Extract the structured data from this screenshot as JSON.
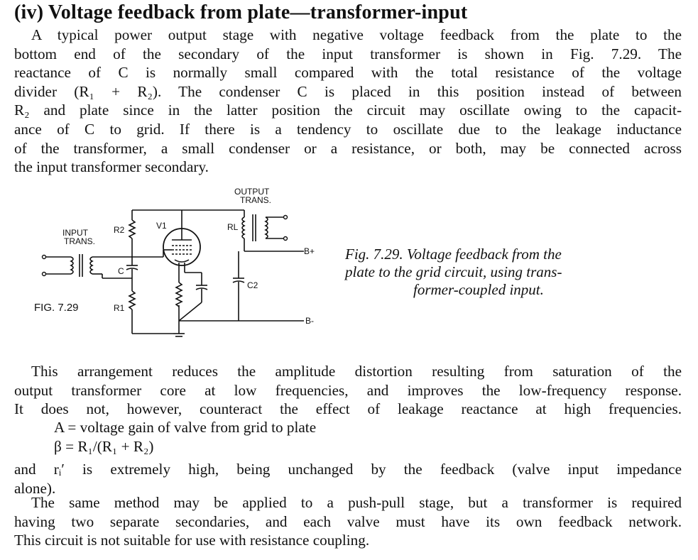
{
  "heading": "(iv) Voltage feedback from plate—transformer-input",
  "paragraph1": [
    "A typical power output stage with negative voltage feedback from the plate to the",
    "bottom end of the secondary of the input transformer is shown in Fig. 7.29.  The",
    "reactance of C is normally small compared with the total resistance of the voltage",
    "divider (R₁ + R₂).  The condenser C is placed in this position instead of between",
    "R₂ and plate since in the latter position the circuit may oscillate owing to the capacit-",
    "ance of C to grid.  If there is a tendency to oscillate due to the leakage inductance",
    "of the transformer, a small condenser or a resistance, or both, may be connected across",
    "the input transformer secondary."
  ],
  "figure": {
    "fig_label": "FIG. 7.29",
    "input_trans_label": [
      "INPUT",
      "TRANS."
    ],
    "output_trans_label": [
      "OUTPUT",
      "TRANS."
    ],
    "r1": "R1",
    "r2": "R2",
    "rl": "RL",
    "c": "C",
    "c2": "C2",
    "v1": "V1",
    "b_plus": "B+",
    "b_minus": "B-"
  },
  "caption": [
    "Fig. 7.29.  Voltage feedback from the",
    "plate to the grid circuit, using trans-",
    "former-coupled input."
  ],
  "paragraph2": [
    "This arrangement reduces the amplitude distortion resulting from saturation of the",
    "output transformer core at low frequencies, and improves the low-frequency response.",
    "It does not, however, counteract the effect of leakage reactance at high frequencies."
  ],
  "equations": {
    "eq1": "A  =  voltage gain of valve from grid to plate",
    "eq2": "β  =  R₁/(R₁ + R₂)"
  },
  "paragraph2b": [
    "and rᵢ′ is extremely high, being unchanged by the feedback (valve input impedance",
    "alone)."
  ],
  "paragraph3": [
    "The same method may be applied to a push-pull stage, but a transformer is required",
    "having two separate secondaries, and each valve must have its own feedback network.",
    "This circuit is not suitable for use with resistance coupling."
  ]
}
